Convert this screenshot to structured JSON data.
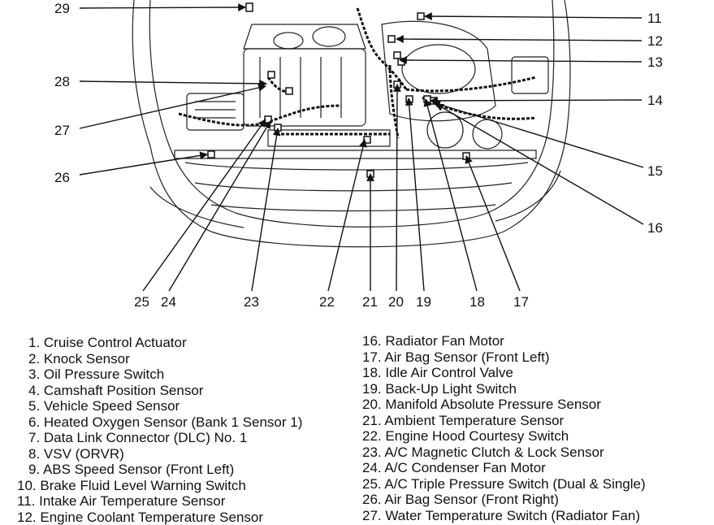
{
  "callouts": [
    "29",
    "28",
    "27",
    "26",
    "11",
    "12",
    "13",
    "14",
    "15",
    "16",
    "25",
    "24",
    "23",
    "22",
    "21",
    "20",
    "19",
    "18",
    "17"
  ],
  "legend_left": [
    "1. Cruise Control Actuator",
    "2. Knock Sensor",
    "3. Oil Pressure Switch",
    "4. Camshaft Position Sensor",
    "5. Vehicle Speed Sensor",
    "6. Heated Oxygen Sensor (Bank 1 Sensor 1)",
    "7. Data Link Connector (DLC) No. 1",
    "8. VSV (ORVR)",
    "9. ABS Speed Sensor (Front Left)",
    "10. Brake Fluid Level Warning Switch",
    "11. Intake Air Temperature Sensor",
    "12. Engine Coolant Temperature Sensor"
  ],
  "legend_right": [
    "16. Radiator Fan Motor",
    "17. Air Bag Sensor (Front Left)",
    "18. Idle Air Control Valve",
    "19. Back-Up Light Switch",
    "20. Manifold Absolute Pressure Sensor",
    "21. Ambient Temperature Sensor",
    "22. Engine Hood Courtesy Switch",
    "23. A/C Magnetic Clutch & Lock Sensor",
    "24. A/C Condenser Fan Motor",
    "25. A/C Triple Pressure Switch (Dual & Single)",
    "26. Air Bag Sensor (Front Right)",
    "27. Water Temperature Switch (Radiator Fan)"
  ]
}
